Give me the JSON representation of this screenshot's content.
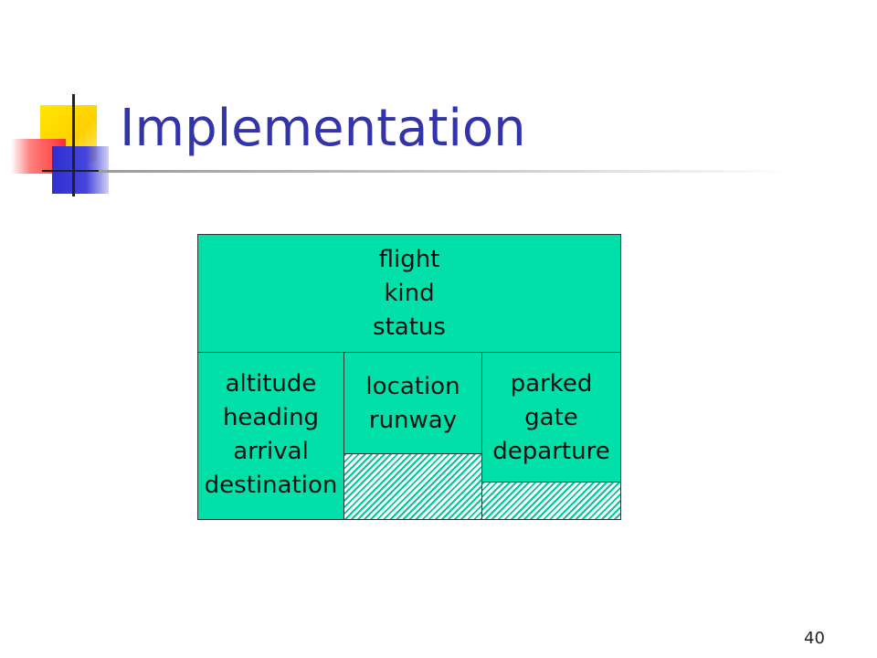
{
  "slide": {
    "title": "Implementation",
    "page_number": "40"
  },
  "diagram": {
    "top_block": {
      "fields": [
        "flight",
        "kind",
        "status"
      ]
    },
    "column_left": {
      "fields": [
        "altitude",
        "heading",
        "arrival",
        "destination"
      ]
    },
    "column_middle": {
      "fields": [
        "location",
        "runway"
      ]
    },
    "column_right": {
      "fields": [
        "parked",
        "gate",
        "departure"
      ]
    },
    "colors": {
      "block_fill": "#00e0a8",
      "hatch": "#00c89a",
      "title": "#3333aa"
    }
  }
}
